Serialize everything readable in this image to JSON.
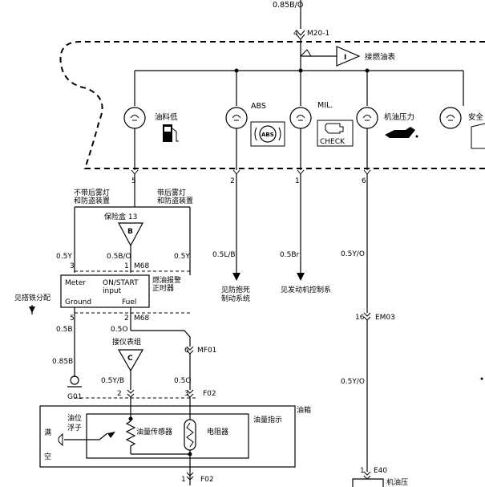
{
  "top": {
    "wire_085BO": "0.85B/O",
    "pin_4": "4",
    "connector_M20": "M20-1",
    "ind_I": "I",
    "instrument_cluster": "接燃油表"
  },
  "lamps": {
    "fuel_low": "油料低",
    "abs": "ABS",
    "abs_badge": "ABS",
    "mil": "MIL.",
    "check": "CHECK",
    "oil_pressure": "机油压力",
    "safety": "安全"
  },
  "left": {
    "pin_5": "5",
    "no_fog": "不带后雾灯",
    "no_fog2": "和防盗装置",
    "with_fog": "带后雾灯",
    "with_fog2": "和防盗装置",
    "fuse_box": "保险盒 13",
    "node_B": "B",
    "wire_05Y_left": "0.5Y",
    "wire_05BO": "0.5B/O",
    "wire_05Y_right": "0.5Y",
    "pin_3": "3",
    "pin_1": "1",
    "m68_top": "M68",
    "meter": "Meter",
    "on_start": "ON/START",
    "input": "input",
    "ground": "Ground",
    "fuel": "Fuel",
    "timer1": "燃油报警",
    "timer2": "正时器",
    "ground_dist": "见搭铁分配",
    "pin_5b": "5",
    "pin_2": "2",
    "m68_bot": "M68",
    "wire_05B": "0.5B",
    "wire_05O": "0.5O",
    "cluster_link": "接仪表组",
    "pin_6": "6",
    "mf01": "MF01",
    "wire_085B": "0.85B",
    "node_C": "C",
    "g01": "G01",
    "wire_05YB": "0.5Y/B",
    "wire_05O_b": "0.5O",
    "pin_2b": "2",
    "pin_3b": "3",
    "f02_top": "F02",
    "fuel_tank": "油箱",
    "fuel_indicator": "油量指示",
    "full": "满",
    "empty": "空",
    "float1": "油位",
    "float2": "浮子",
    "fuel_sensor": "油量传感器",
    "resistor": "电阻器",
    "pin_1b": "1",
    "f02_bot": "F02"
  },
  "middle": {
    "pin_2": "2",
    "wire_05LB": "0.5L/B",
    "abs_ref1": "见防抱死",
    "abs_ref2": "制动系统",
    "pin_1": "1",
    "wire_05Br": "0.5Br",
    "engine_ref": "见发动机控制系"
  },
  "right": {
    "pin_6": "6",
    "wire_05YO": "0.5Y/O",
    "pin_16": "16",
    "em03": "EM03",
    "wire_05YO_b": "0.5Y/O",
    "pin_1": "1",
    "e40": "E40",
    "oil_switch": "机油压"
  }
}
